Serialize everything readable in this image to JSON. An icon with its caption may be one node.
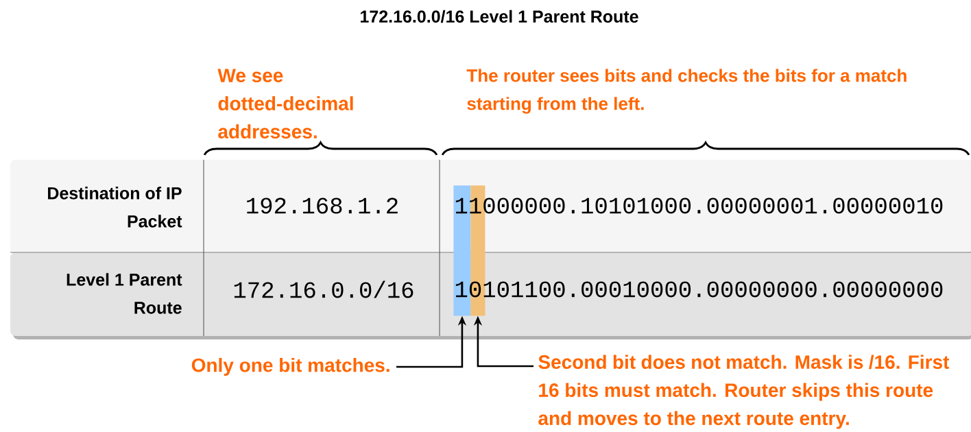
{
  "diagram": {
    "title": "172.16.0.0/16 Level 1 Parent Route",
    "nodes": [
      {
        "text": [
          "Only one bit matches."
        ]
      },
      {
        "text": [
          "Second bit does not match. Mask is /16. First 16 bits must match. Router skips this route and moves to the next route entry."
        ]
      },
      {
        "text": [],
        "shape": "bar"
      },
      {
        "text": [],
        "shape": "bar"
      }
    ],
    "edges": [
      {
        "from": 0,
        "to": 2,
        "arrow": "to"
      },
      {
        "from": 1,
        "to": 3,
        "arrow": "to"
      }
    ],
    "labels": [
      "We see dotted-decimal addresses.",
      "The router sees bits and checks the bits for a match starting from the left.",
      "Destination of IP Packet",
      "192.168.1.2",
      "11000000.10101000.00000001.00000010",
      "Level 1 Parent Route",
      "172.16.0.0/16",
      "10101100.00010000.00000000.00000000"
    ]
  }
}
